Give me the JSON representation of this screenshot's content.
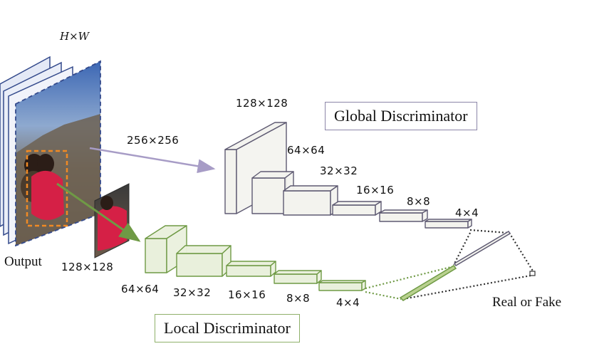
{
  "input": {
    "size_label": "H×W",
    "output_label": "Output"
  },
  "global": {
    "title": "Global Discriminator",
    "input_size": "256×256",
    "layers": [
      "128×128",
      "64×64",
      "32×32",
      "16×16",
      "8×8",
      "4×4"
    ]
  },
  "local": {
    "title": "Local Discriminator",
    "input_size": "128×128",
    "layers": [
      "64×64",
      "32×32",
      "16×16",
      "8×8",
      "4×4"
    ]
  },
  "result": {
    "label": "Real or Fake"
  },
  "colors": {
    "global_fill": "#f3f3ee",
    "global_stroke": "#5e5a72",
    "local_fill": "#e9f0dc",
    "local_stroke": "#6f9a45",
    "global_arrow": "#a79cc6",
    "local_arrow": "#6f9a45",
    "crop_border": "#f08a24"
  }
}
